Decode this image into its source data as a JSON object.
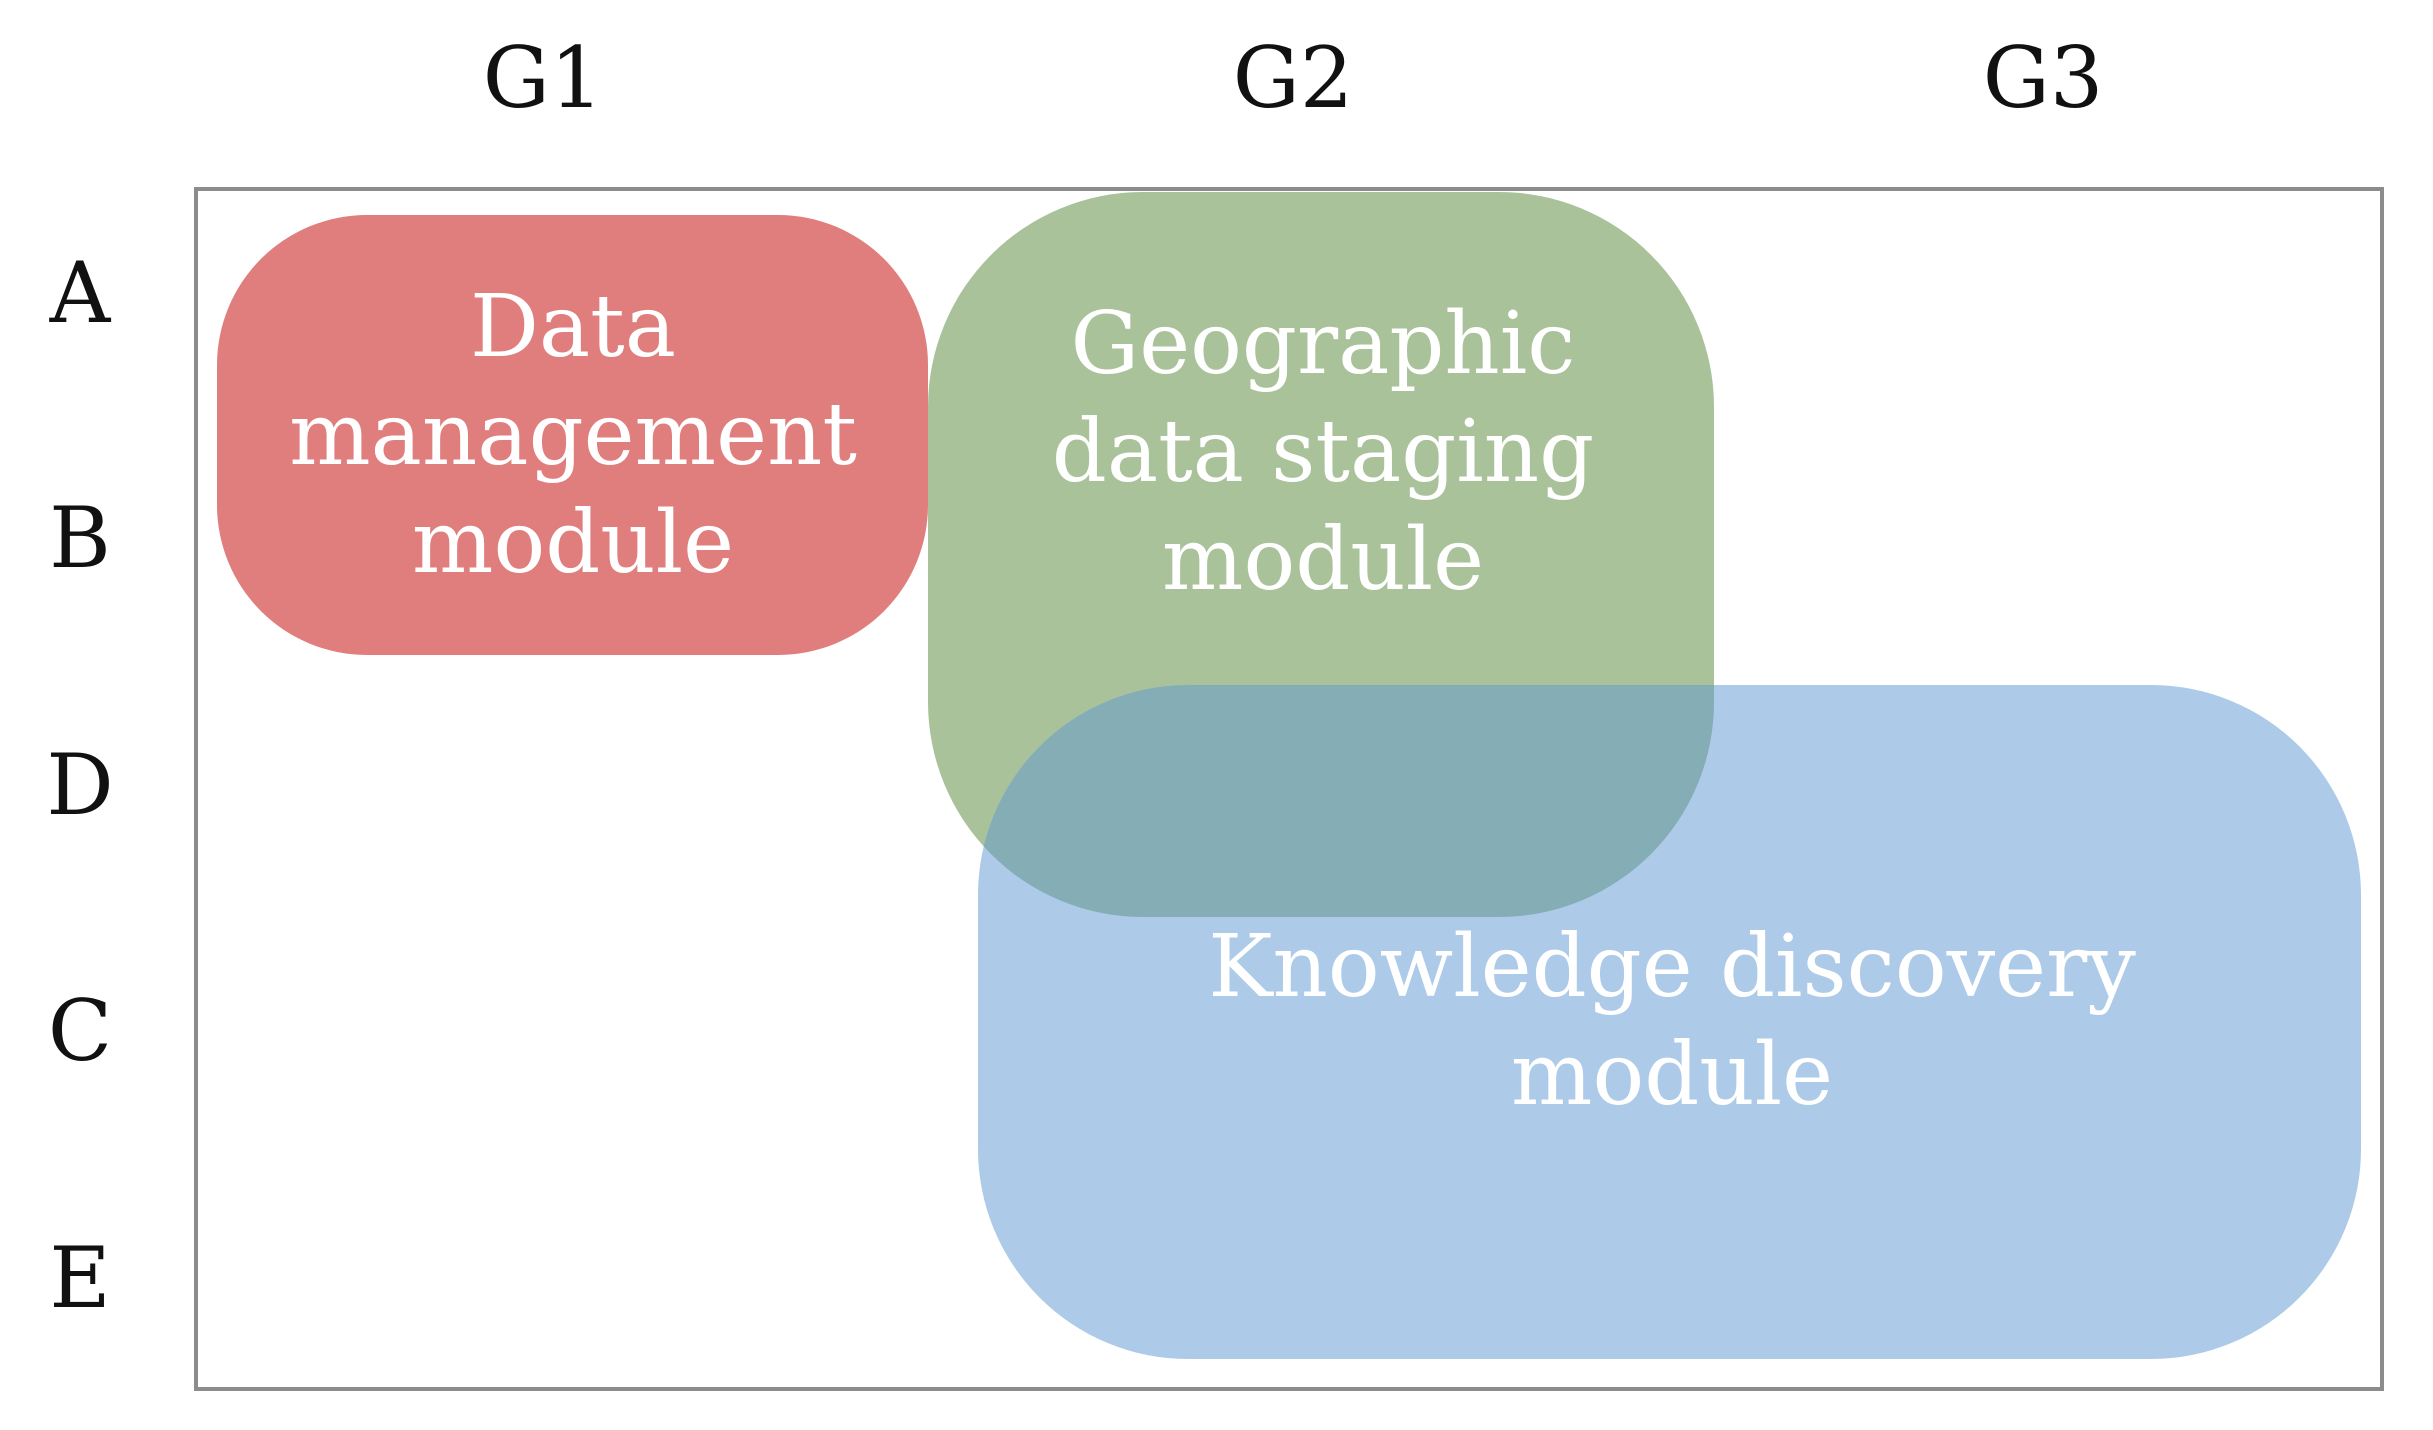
{
  "columns": [
    "G1",
    "G2",
    "G3"
  ],
  "rows": [
    "A",
    "B",
    "D",
    "C",
    "E"
  ],
  "modules": {
    "data_management": {
      "lines": [
        "Data",
        "management",
        "module"
      ],
      "color": "#e07d7d"
    },
    "geographic_staging": {
      "lines": [
        "Geographic",
        "data staging",
        "module"
      ],
      "color": "#a9c29a"
    },
    "knowledge_discovery": {
      "lines": [
        "Knowledge discovery",
        "module"
      ],
      "color": "#adcbe8"
    },
    "overlap_color": "#84adb5"
  }
}
